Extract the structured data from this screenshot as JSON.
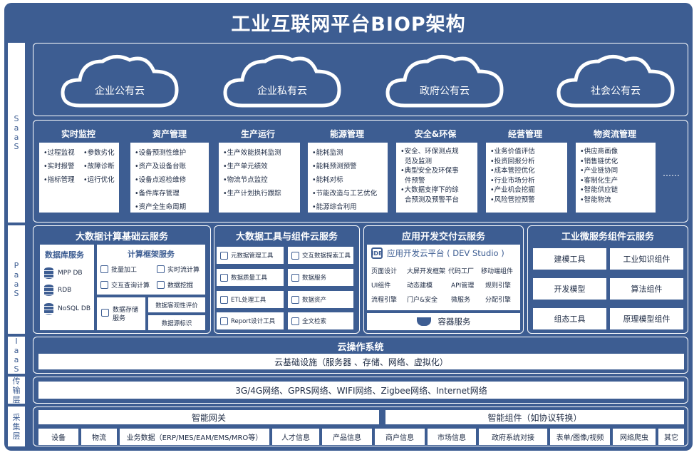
{
  "title": "工业互联网平台BIOP架构",
  "layers": {
    "saas": "SaaS",
    "paas": "PaaS",
    "iaas": "IaaS",
    "transport": "传输层",
    "collect": "采集层"
  },
  "clouds": [
    "企业公有云",
    "企业私有云",
    "政府公有云",
    "社会公有云"
  ],
  "saas_modules": [
    {
      "title": "实时监控",
      "col1": [
        "•过程监视",
        "•实时报警",
        "•指标管理"
      ],
      "col2": [
        "•参数劣化",
        "•故障诊断",
        "•运行优化"
      ]
    },
    {
      "title": "资产管理",
      "items": [
        "•设备预测性维护",
        "•资产及设备台账",
        "•设备点巡检维修",
        "•备件库存管理",
        "•资产全生命周期"
      ]
    },
    {
      "title": "生产运行",
      "items": [
        "•生产效能损耗监测",
        "•生产单元绩效",
        "•物流节点监控",
        "•生产计划执行跟踪"
      ]
    },
    {
      "title": "能源管理",
      "items": [
        "•能耗监测",
        "•能耗预测预警",
        "•能耗对标",
        "•节能改造与工艺优化",
        "•能源综合利用"
      ]
    },
    {
      "title": "安全&环保",
      "items": [
        "•安全、环保测点规",
        "范及监测",
        "•典型安全及环保事",
        "件预警",
        "•大数据支撑下的综",
        "合预测及预警平台"
      ]
    },
    {
      "title": "经营管理",
      "items": [
        "•业务价值评估",
        "•投资回报分析",
        "•成本管控优化",
        "•行业市场分析",
        "•产业机会挖掘",
        "•风险管控预警"
      ]
    },
    {
      "title": "物资流管理",
      "items": [
        "•供应商画像",
        "•销售链优化",
        "•产业链协同",
        "•客制化生产",
        "•智能供应链",
        "•智能物流"
      ]
    }
  ],
  "ellipsis": "……",
  "bigdata": {
    "title": "大数据计算基础云服务",
    "db_title": "数据库服务",
    "dbs": [
      "MPP DB",
      "RDB",
      "NoSQL DB"
    ],
    "compute_title": "计算框架服务",
    "compute": [
      "批量加工",
      "实时流计算",
      "交互查询计算",
      "数据挖掘"
    ],
    "storage": "数据存储服务",
    "eval": "数据客观性评价",
    "tag": "数据源标识"
  },
  "tools": {
    "title": "大数据工具与组件云服务",
    "left": [
      "元数据管理工具",
      "数据质量工具",
      "ETL处理工具",
      "Report设计工具"
    ],
    "right": [
      "交互数据探索工具",
      "数据服务",
      "数据资产",
      "全文检索"
    ]
  },
  "appdev": {
    "title": "应用开发交付云服务",
    "studio": "应用开发云平台 ( DEV Studio )",
    "grid": [
      [
        "页面设计",
        "大屏开发框架",
        "代码工厂",
        "移动端组件"
      ],
      [
        "UI组件",
        "动态建模",
        "API管理",
        "规则引擎"
      ],
      [
        "流程引擎",
        "门户&安全",
        "微服务",
        "分配引擎"
      ]
    ],
    "container": "容器服务"
  },
  "micro": {
    "title": "工业微服务组件云服务",
    "items": [
      "建模工具",
      "工业知识组件",
      "开发模型",
      "算法组件",
      "组态工具",
      "原理模型组件"
    ]
  },
  "iaas": {
    "title": "云操作系统",
    "infra": "云基础设施（服务器 、存储、网络、虚拟化）"
  },
  "network": "3G/4G网络、GPRS网络、WIFI网络、Zigbee网络、Internet网络",
  "collect": {
    "gateway": "智能网关",
    "component": "智能组件（如协议转换）",
    "sources": [
      "设备",
      "物流",
      "业务数据（ERP/MES/EAM/EMS/MRO等）",
      "人才信息",
      "产品信息",
      "商户信息",
      "市场信息",
      "政府系统对接",
      "表单/图像/视频",
      "网络爬虫",
      "其它"
    ]
  }
}
